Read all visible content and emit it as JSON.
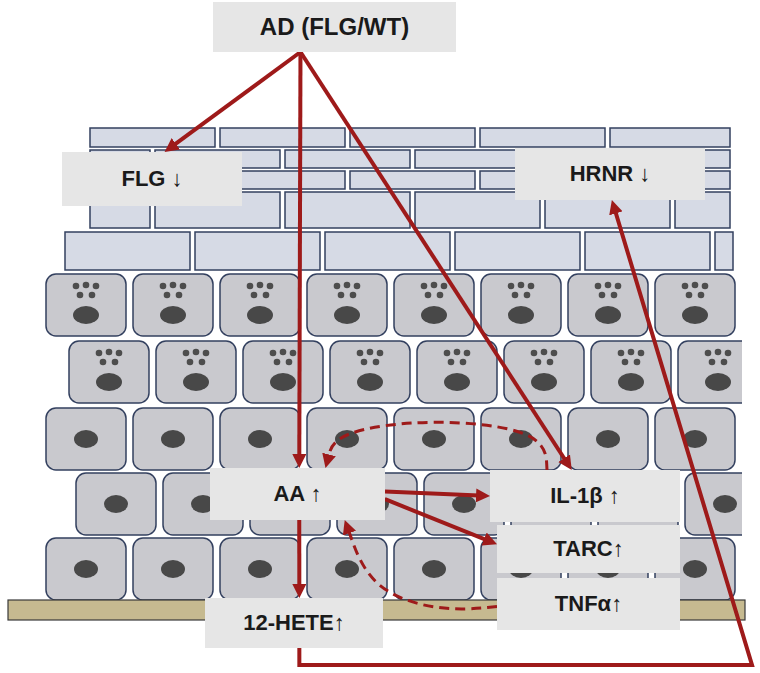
{
  "diagram": {
    "nodes": [
      {
        "text": [
          "AD (FLG/WT)"
        ]
      },
      {
        "text": [
          "FLG ↓"
        ]
      },
      {
        "text": [
          "HRNR ↓"
        ]
      },
      {
        "text": [
          "AA ↑"
        ]
      },
      {
        "text": [
          "IL-1β ↑"
        ]
      },
      {
        "text": [
          "TARC↑"
        ]
      },
      {
        "text": [
          "12-HETE↑"
        ]
      },
      {
        "text": [
          "TNFα↑"
        ]
      }
    ],
    "edges": [
      {
        "from": 0,
        "to": 1,
        "arrow": "to"
      },
      {
        "from": 0,
        "to": 3,
        "arrow": "to"
      },
      {
        "from": 0,
        "to": 4,
        "arrow": "to"
      },
      {
        "from": 3,
        "to": 4,
        "arrow": "to"
      },
      {
        "from": 3,
        "to": 5,
        "arrow": "to"
      },
      {
        "from": 3,
        "to": 6,
        "arrow": "to"
      },
      {
        "from": 6,
        "to": 2,
        "arrow": "to"
      },
      {
        "from": 4,
        "to": 3,
        "arrow": "to"
      },
      {
        "from": 7,
        "to": 3,
        "arrow": "to"
      }
    ]
  }
}
